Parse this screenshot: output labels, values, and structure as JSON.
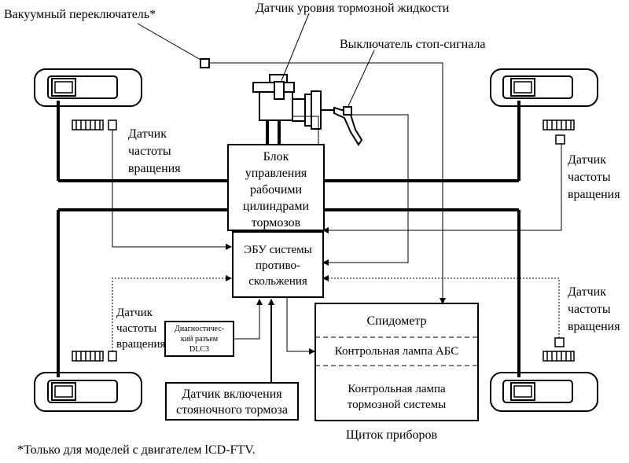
{
  "labels": {
    "vacuum_switch": "Вакуумный переключатель*",
    "brake_fluid_sensor": "Датчик уровня тормозной жидкости",
    "stop_light_switch": "Выключатель стоп-сигнала",
    "speed_sensor_fl": [
      "Датчик",
      "частоты",
      "вращения"
    ],
    "speed_sensor_fr": [
      "Датчик",
      "частоты",
      "вращения"
    ],
    "speed_sensor_rl": [
      "Датчик",
      "частоты",
      "вращения"
    ],
    "speed_sensor_rr": [
      "Датчик",
      "частоты",
      "вращения"
    ],
    "actuator": [
      "Блок",
      "управления",
      "рабочими",
      "цилиндрами",
      "тормозов"
    ],
    "ecu": [
      "ЭБУ системы",
      "противо-",
      "скольжения"
    ],
    "dlc3": [
      "Диагностичес-",
      "кий разъем",
      "DLC3"
    ],
    "parking_brake_sensor": [
      "Датчик включения",
      "стояночного тормоза"
    ],
    "footnote": "*Только для моделей с двигателем lCD-FTV."
  },
  "instrument_panel": {
    "speedometer": "Спидометр",
    "abs_lamp": "Контрольная лампа АБС",
    "brake_lamp": [
      "Контрольная лампа",
      "тормозной системы"
    ],
    "caption": "Щиток приборов"
  }
}
